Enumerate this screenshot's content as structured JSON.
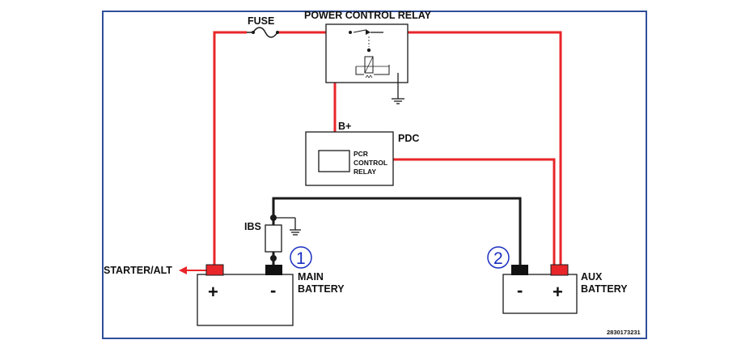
{
  "labels": {
    "fuse": "FUSE",
    "power_control_relay": "POWER CONTROL RELAY",
    "b_plus": "B+",
    "pdc": "PDC",
    "pcr_line1": "PCR",
    "pcr_line2": "CONTROL",
    "pcr_line3": "RELAY",
    "ibs": "IBS",
    "starter_alt": "STARTER/ALT",
    "main_line1": "MAIN",
    "main_line2": "BATTERY",
    "aux_line1": "AUX",
    "aux_line2": "BATTERY",
    "plus": "+",
    "minus": "-",
    "callout_1": "1",
    "callout_2": "2",
    "figure_id": "2830173231"
  },
  "colors": {
    "wire_positive": "#e8262a",
    "wire_ground": "#1a1a1a",
    "frame": "#2f4f9a",
    "callout": "#1a2fc0",
    "terminal_positive": "#e8262a",
    "terminal_negative": "#111111"
  }
}
